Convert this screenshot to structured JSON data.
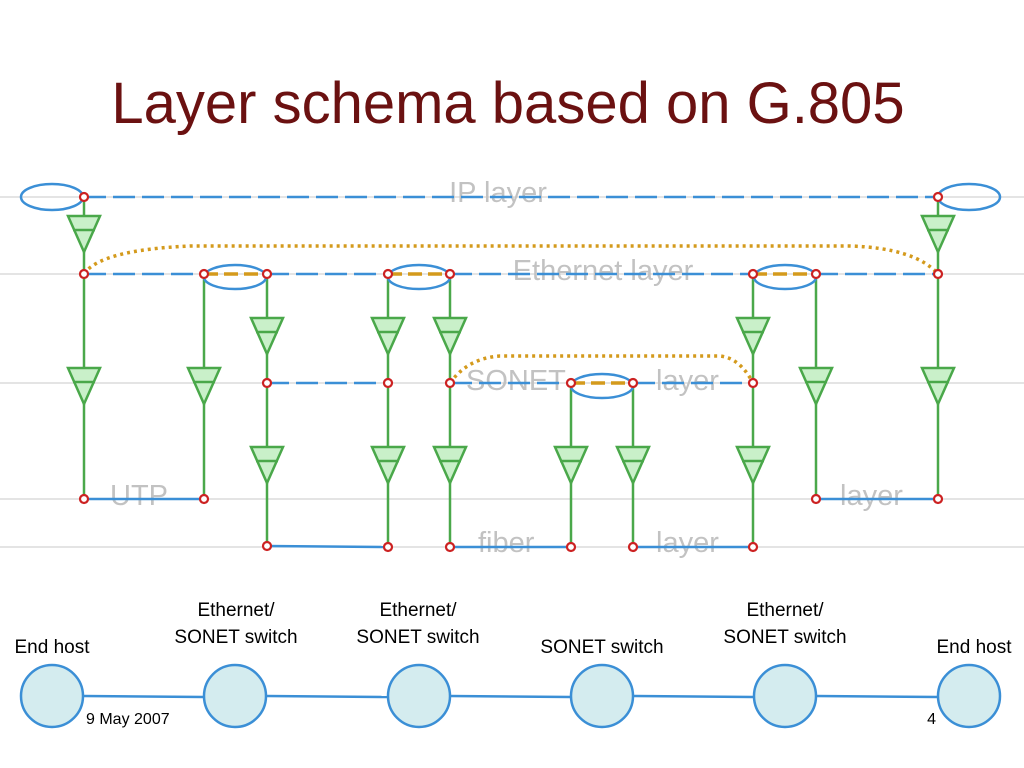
{
  "slide": {
    "title": "Layer schema based on G.805",
    "date": "9 May 2007",
    "page_number": "4"
  },
  "layers": {
    "ip": "IP layer",
    "ethernet": "Ethernet layer",
    "sonet_left": "SONET",
    "sonet_right": "layer",
    "utp_left": "UTP",
    "utp_right": "layer",
    "fiber_left": "fiber",
    "fiber_right": "layer"
  },
  "devices": [
    {
      "line1": "End host",
      "line2": ""
    },
    {
      "line1": "Ethernet/",
      "line2": "SONET switch"
    },
    {
      "line1": "Ethernet/",
      "line2": "SONET switch"
    },
    {
      "line1": "SONET switch",
      "line2": ""
    },
    {
      "line1": "Ethernet/",
      "line2": "SONET switch"
    },
    {
      "line1": "End host",
      "line2": ""
    }
  ],
  "colors": {
    "title": "#6b1111",
    "link_blue": "#3b8fd6",
    "adaptation_green": "#4aa84a",
    "triangle_fill": "#c9f0c9",
    "endpoint_red": "#cc2222",
    "dashed_orange": "#d49a1c",
    "device_fill": "#d4ecef",
    "layer_text": "#c2c2c2"
  }
}
